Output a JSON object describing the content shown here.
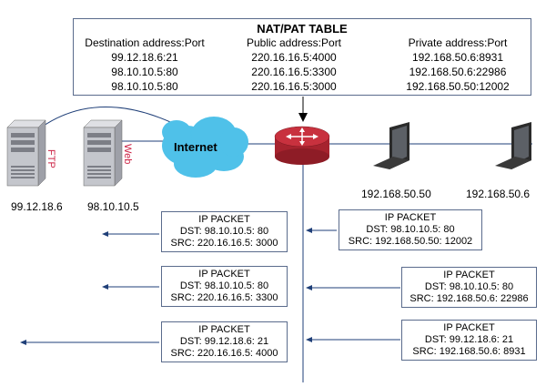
{
  "nat_table": {
    "title": "NAT/PAT TABLE",
    "headers": [
      "Destination address:Port",
      "Public address:Port",
      "Private address:Port"
    ],
    "rows": [
      [
        "99.12.18.6:21",
        "220.16.16.5:4000",
        "192.168.50.6:8931"
      ],
      [
        "98.10.10.5:80",
        "220.16.16.5:3300",
        "192.168.50.6:22986"
      ],
      [
        "98.10.10.5:80",
        "220.16.16.5:3000",
        "192.168.50.50:12002"
      ]
    ]
  },
  "devices": {
    "server_ftp": {
      "tag": "FTP",
      "ip": "99.12.18.6"
    },
    "server_web": {
      "tag": "Web",
      "ip": "98.10.10.5"
    },
    "internet": "Internet",
    "laptop_1": {
      "ip": "192.168.50.50"
    },
    "laptop_2": {
      "ip": "192.168.50.6"
    }
  },
  "packets": {
    "public_side": [
      {
        "title": "IP PACKET",
        "dst": "DST: 98.10.10.5: 80",
        "src": "SRC: 220.16.16.5: 3000"
      },
      {
        "title": "IP PACKET",
        "dst": "DST: 98.10.10.5: 80",
        "src": "SRC: 220.16.16.5: 3300"
      },
      {
        "title": "IP PACKET",
        "dst": "DST: 99.12.18.6: 21",
        "src": "SRC: 220.16.16.5: 4000"
      }
    ],
    "private_side": [
      {
        "title": "IP PACKET",
        "dst": "DST: 98.10.10.5: 80",
        "src": "SRC: 192.168.50.50: 12002"
      },
      {
        "title": "IP PACKET",
        "dst": "DST: 98.10.10.5: 80",
        "src": "SRC: 192.168.50.6: 22986"
      },
      {
        "title": "IP PACKET",
        "dst": "DST: 99.12.18.6: 21",
        "src": "SRC: 192.168.50.6: 8931"
      }
    ]
  },
  "colors": {
    "line": "#1f3f78",
    "router": "#a6232e",
    "router_top": "#c8313e",
    "cloud": "#4fc1e9",
    "server_body": "#c4c6cc",
    "server_tag": "#cc2244"
  }
}
